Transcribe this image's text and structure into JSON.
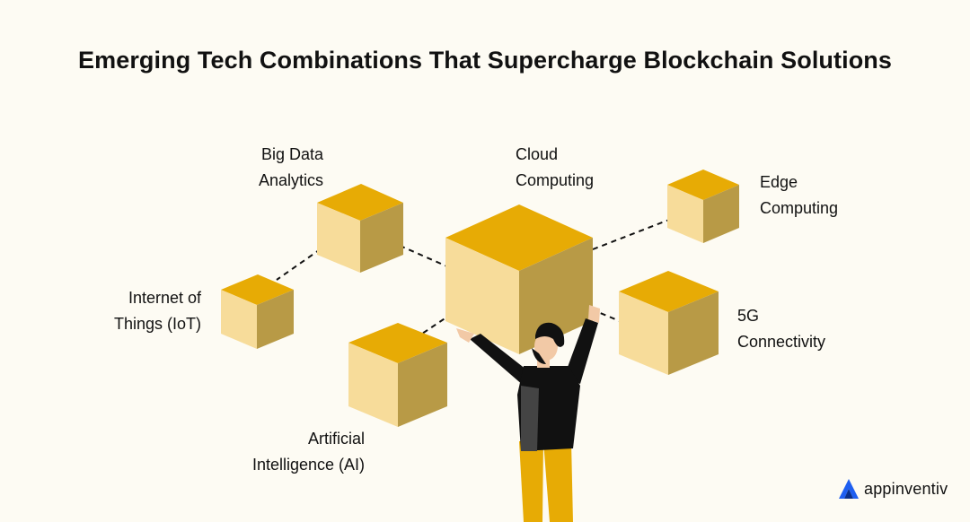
{
  "title": "Emerging Tech Combinations That Supercharge Blockchain Solutions",
  "nodes": {
    "big_data": {
      "line1": "Big Data",
      "line2": "Analytics"
    },
    "cloud": {
      "line1": "Cloud",
      "line2": "Computing"
    },
    "edge": {
      "line1": "Edge",
      "line2": "Computing"
    },
    "iot": {
      "line1": "Internet of",
      "line2": "Things (IoT)"
    },
    "fiveg": {
      "line1": "5G",
      "line2": "Connectivity"
    },
    "ai": {
      "line1": "Artificial",
      "line2": "Intelligence (AI)"
    }
  },
  "brand": {
    "name": "appinventiv"
  },
  "colors": {
    "background": "#fdfbf3",
    "cube_top": "#e7ab05",
    "cube_left": "#f7dc9a",
    "cube_right": "#b89a46",
    "brand_blue": "#1f5ff0"
  }
}
